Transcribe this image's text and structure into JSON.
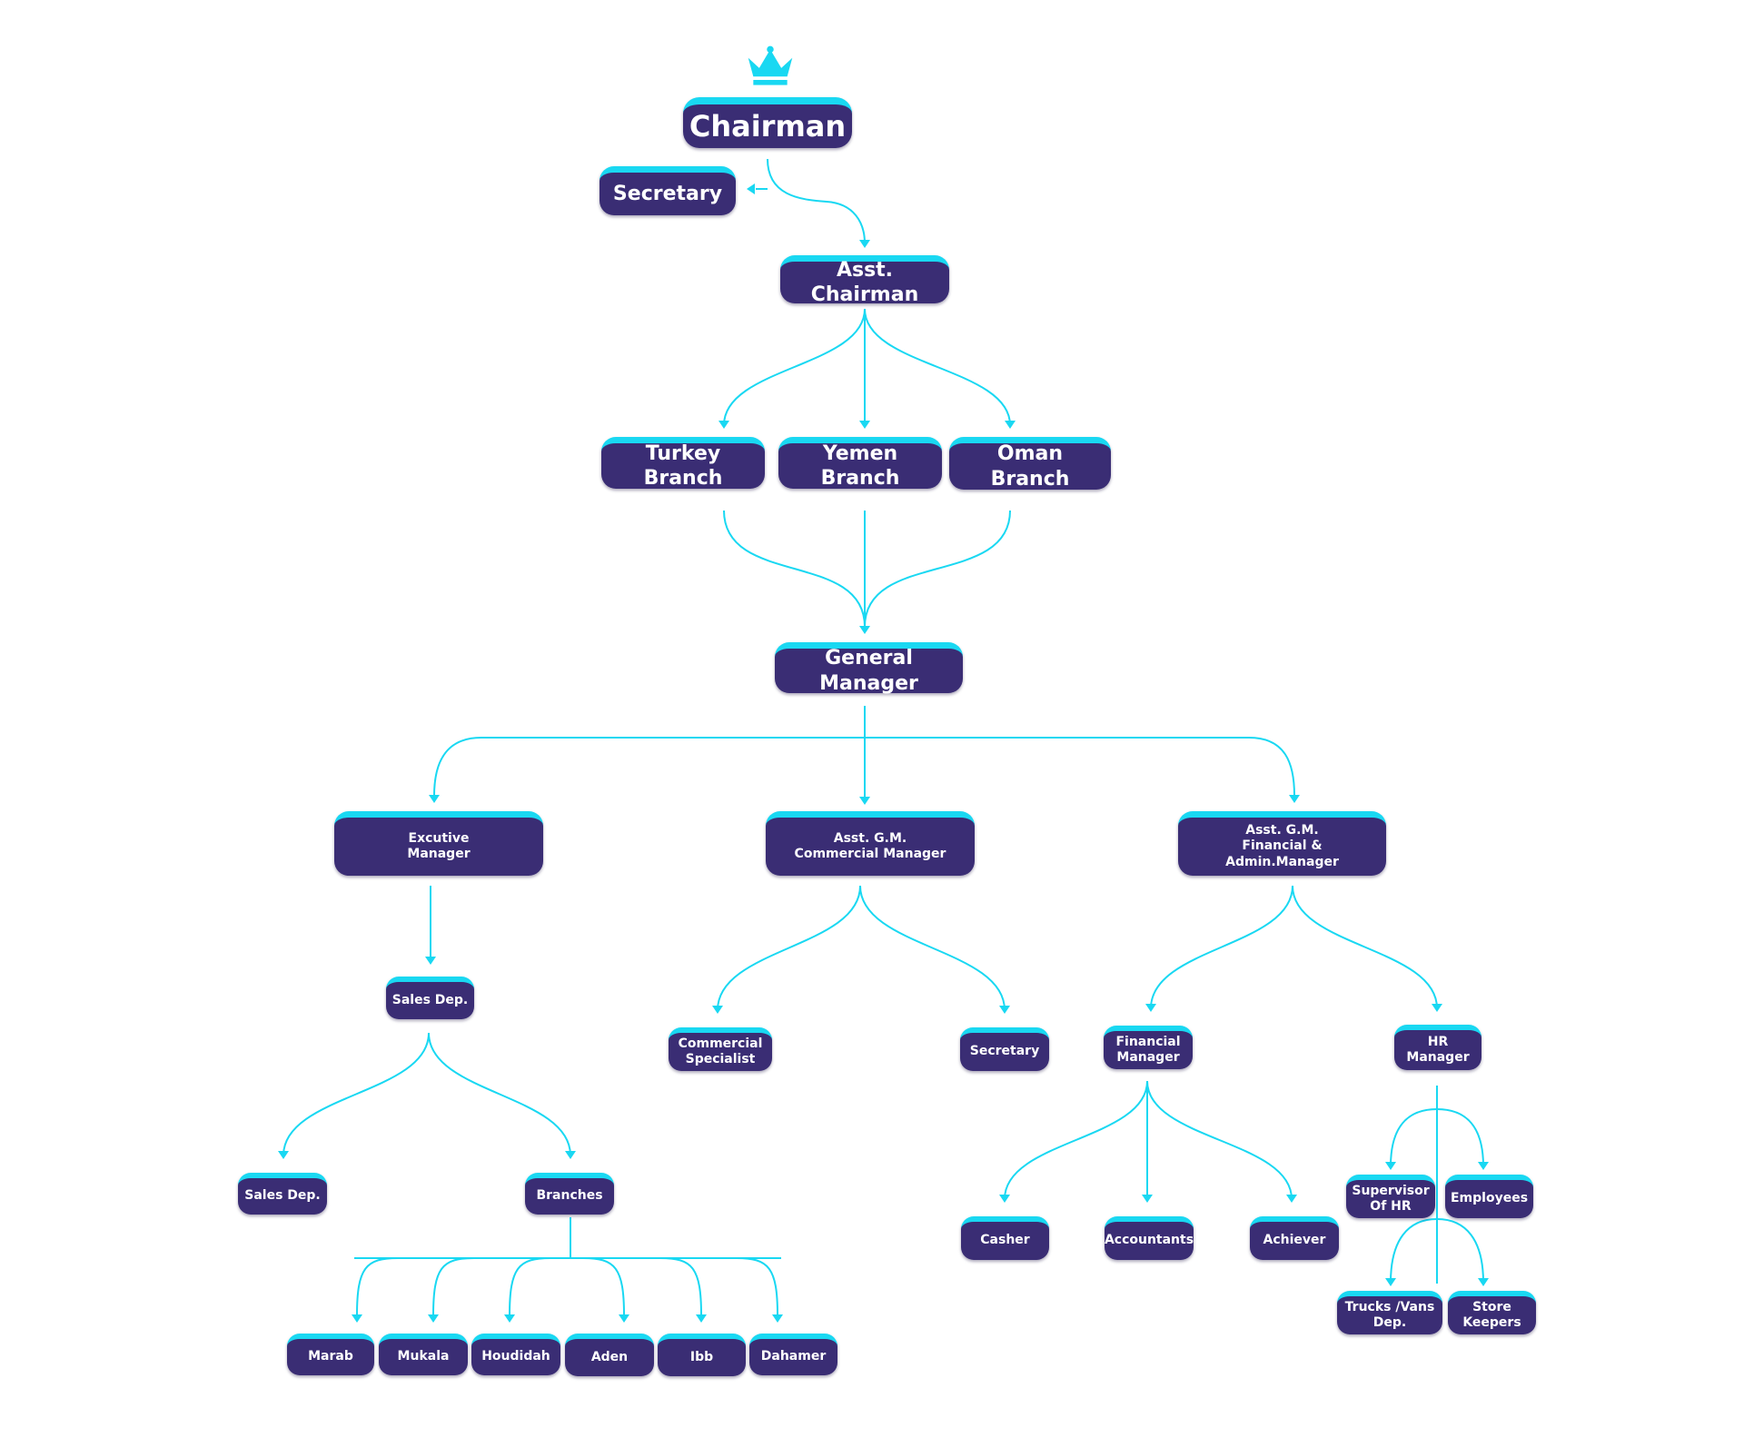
{
  "colors": {
    "box": "#3a2d74",
    "accent": "#19d8f2",
    "line": "#19d8f2",
    "text": "#ffffff"
  },
  "icons": {
    "top": "crown-icon"
  },
  "nodes": {
    "chairman": "Chairman",
    "secretary_top": "Secretary",
    "asst_chairman": "Asst. Chairman",
    "turkey": "Turkey Branch",
    "yemen": "Yemen Branch",
    "oman": "Oman Branch",
    "gm": "General Manager",
    "exec": "Excutive\nManager",
    "asst_gm_commercial": "Asst. G.M.\nCommercial Manager",
    "asst_gm_financial": "Asst. G.M.\nFinancial & Admin.Manager",
    "sales_dep": "Sales Dep.",
    "sales_dep_2": "Sales Dep.",
    "branches": "Branches",
    "marab": "Marab",
    "mukala": "Mukala",
    "houdidah": "Houdidah",
    "aden": "Aden",
    "ibb": "Ibb",
    "dahamer": "Dahamer",
    "commercial_specialist": "Commercial\nSpecialist",
    "secretary_commercial": "Secretary",
    "financial_manager": "Financial\nManager",
    "hr_manager": "HR\nManager",
    "casher": "Casher",
    "accountants": "Accountants",
    "achiever": "Achiever",
    "supervisor_hr": "Supervisor\nOf HR",
    "employees": "Employees",
    "trucks": "Trucks /Vans\nDep.",
    "store_keepers": "Store\nKeepers"
  }
}
